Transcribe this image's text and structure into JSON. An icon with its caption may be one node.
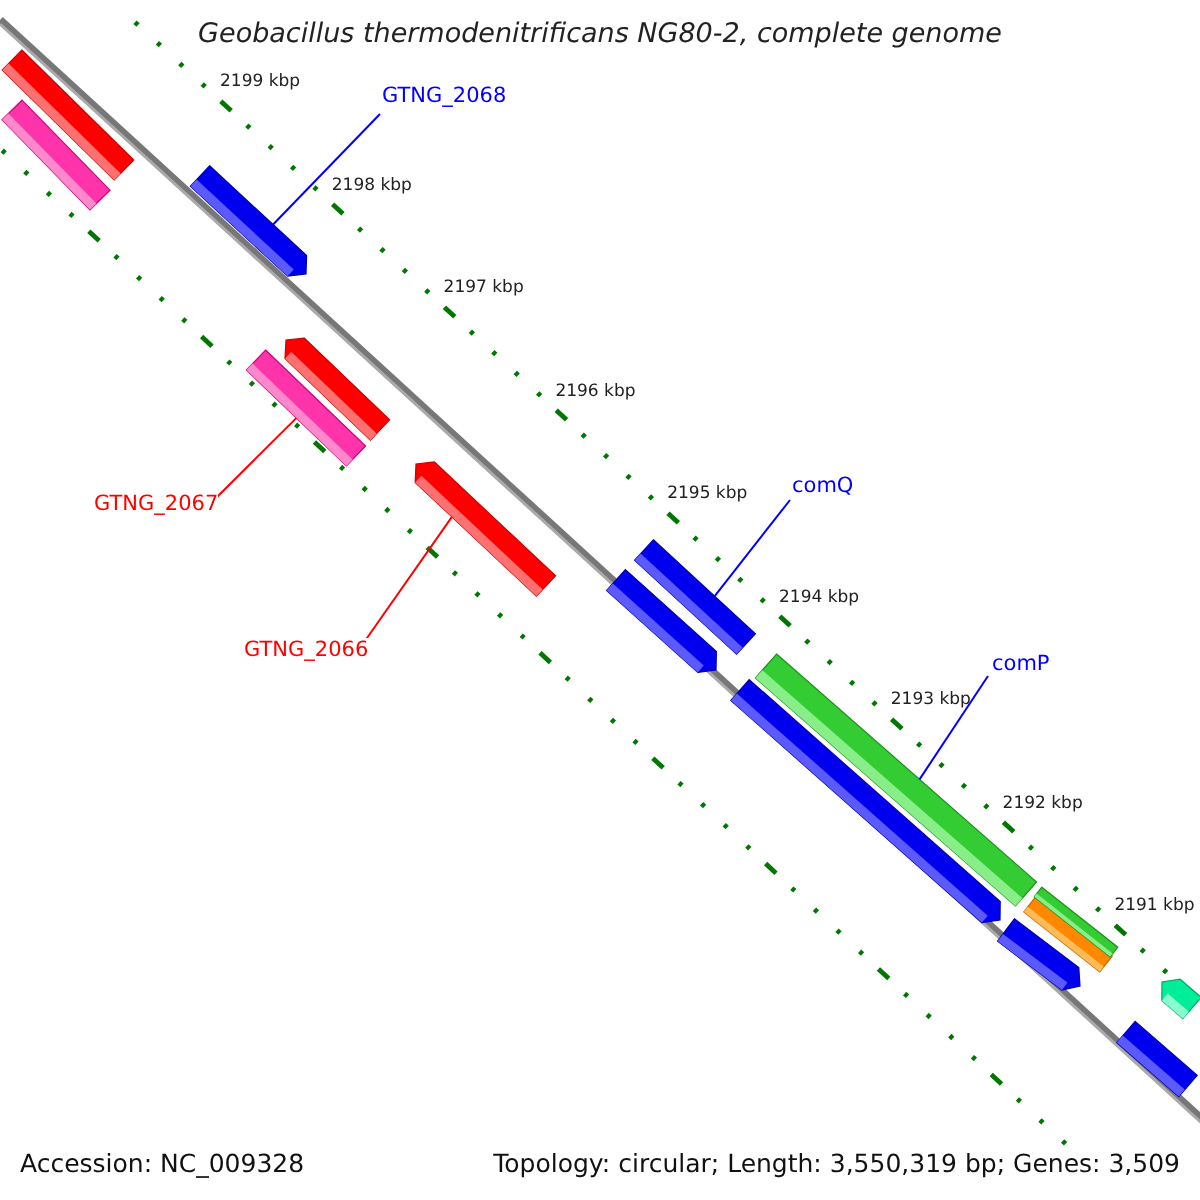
{
  "diagram": {
    "title": "Geobacillus thermodenitrificans NG80-2, complete genome",
    "nodes": [
      {
        "text": [
          "GTNG_2068"
        ]
      },
      {
        "text": [],
        "shape": "bar"
      },
      {
        "text": [
          "GTNG_2067"
        ]
      },
      {
        "text": [],
        "shape": "bar"
      },
      {
        "text": [
          "GTNG_2066"
        ]
      },
      {
        "text": [],
        "shape": "bar"
      },
      {
        "text": [
          "comQ"
        ]
      },
      {
        "text": [],
        "shape": "bar"
      },
      {
        "text": [
          "comP"
        ]
      },
      {
        "text": [],
        "shape": "bar"
      },
      {
        "text": [],
        "shape": "bar"
      },
      {
        "text": [],
        "shape": "bar"
      },
      {
        "text": [],
        "shape": "bar"
      },
      {
        "text": [],
        "shape": "bar"
      },
      {
        "text": [],
        "shape": "bar"
      },
      {
        "text": [],
        "shape": "bar"
      },
      {
        "text": [],
        "shape": "bar"
      },
      {
        "text": [],
        "shape": "bar"
      },
      {
        "text": [],
        "shape": "bar"
      },
      {
        "text": [],
        "shape": "bar"
      }
    ],
    "edges": [
      {
        "from": 0,
        "to": 1,
        "arrow": "none"
      },
      {
        "from": 2,
        "to": 3,
        "arrow": "none",
        "color": "#ff0000"
      },
      {
        "from": 4,
        "to": 5,
        "arrow": "none",
        "color": "#ff0000"
      },
      {
        "from": 6,
        "to": 7,
        "arrow": "none"
      },
      {
        "from": 8,
        "to": 9,
        "arrow": "none"
      }
    ],
    "labels": [
      "2199 kbp",
      "2198 kbp",
      "2197 kbp",
      "2196 kbp",
      "2195 kbp",
      "2194 kbp",
      "2193 kbp",
      "2192 kbp",
      "2191 kbp",
      "Accession: NC_009328",
      "Topology: circular; Length: 3,550,319 bp; Genes: 3,509"
    ]
  }
}
